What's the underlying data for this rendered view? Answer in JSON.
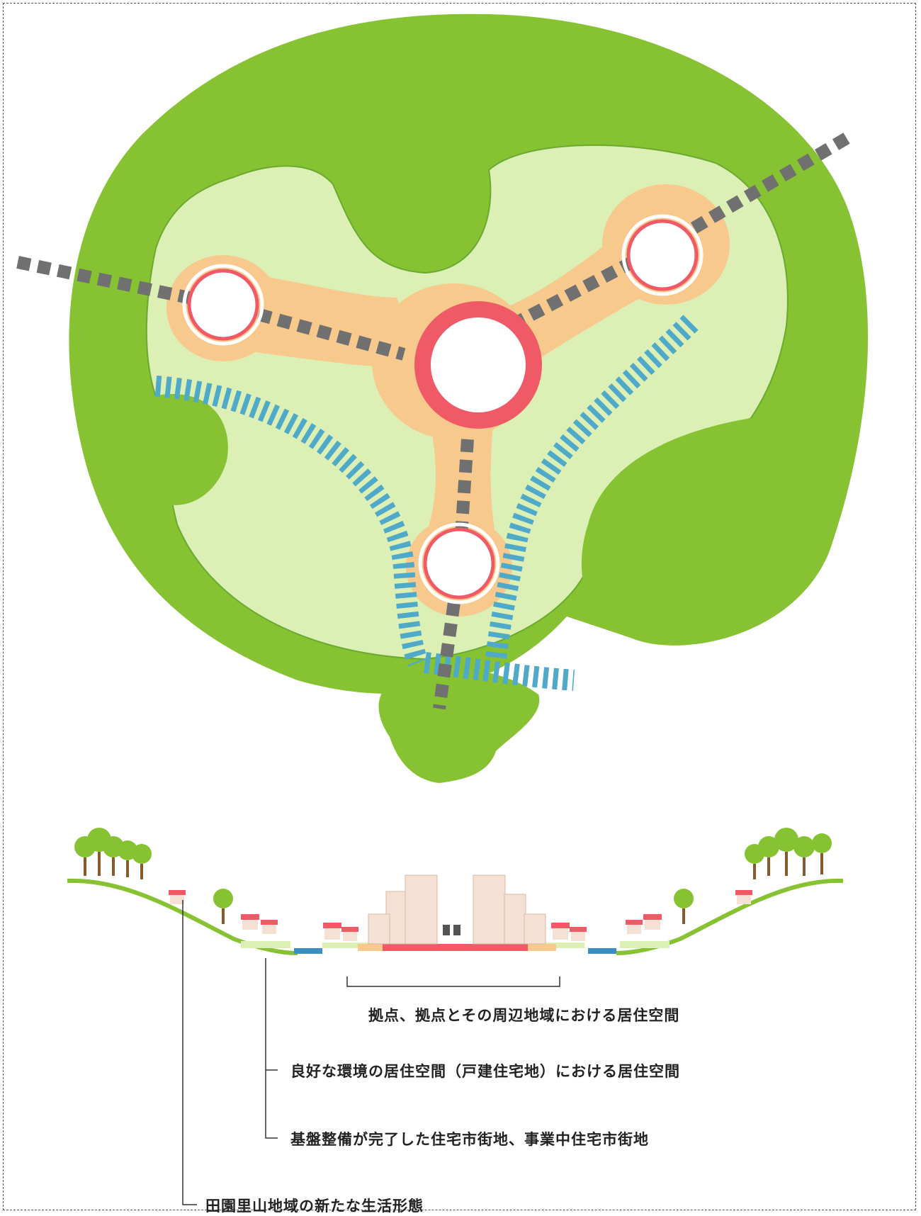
{
  "colors": {
    "forest": "#86c232",
    "meadow": "#dcefb4",
    "urban_band": "#f7c98c",
    "core_ring": "#ef5a66",
    "rail": "#707070",
    "water_corridor": "#4fa9c9",
    "river": "#3b8ec2"
  },
  "legend": {
    "core_area": "拠点、拠点とその周辺地域における居住空間",
    "good_environment": "良好な環境の居住空間（戸建住宅地）における居住空間",
    "infrastructure": "基盤整備が完了した住宅市街地、事業中住宅市街地",
    "rural": "田園里山地域の新たな生活形態"
  },
  "icons": [
    "tree-icon",
    "house-icon",
    "building-icon",
    "rail-icon",
    "core-ring-icon"
  ]
}
